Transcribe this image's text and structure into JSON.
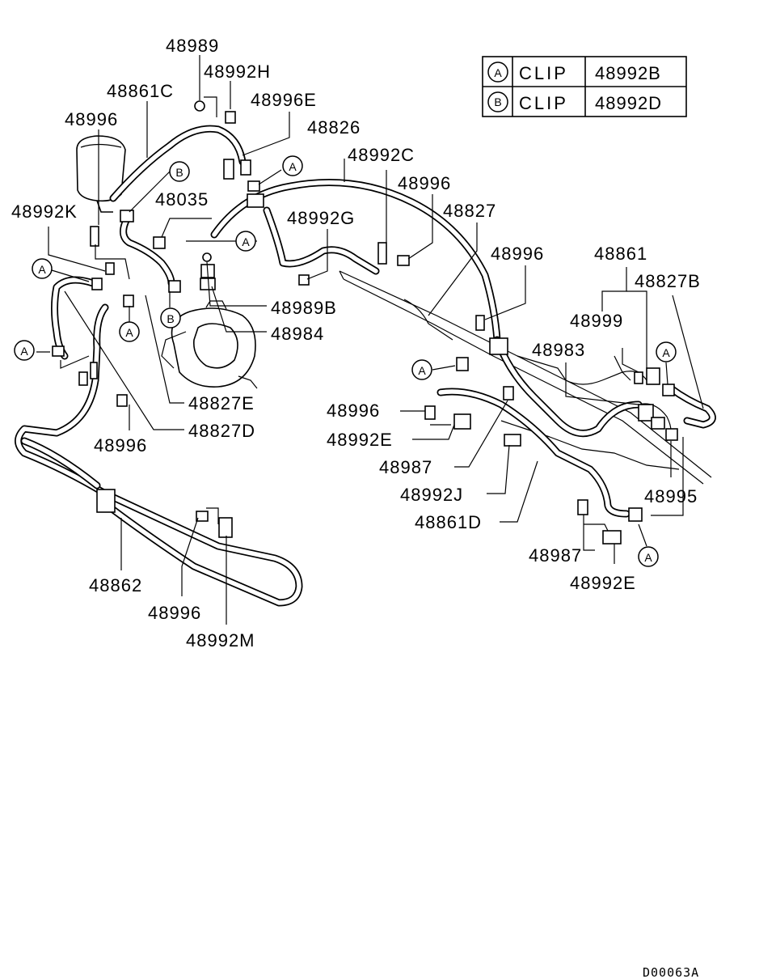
{
  "legend": {
    "rows": [
      {
        "symbol": "A",
        "name": "CLIP",
        "part": "48992B"
      },
      {
        "symbol": "B",
        "name": "CLIP",
        "part": "48992D"
      }
    ]
  },
  "callouts": {
    "p48989": "48989",
    "p48992H": "48992H",
    "p48861C": "48861C",
    "p48996E": "48996E",
    "p48996_a": "48996",
    "p48826": "48826",
    "p48992C": "48992C",
    "p48996_b": "48996",
    "p48035": "48035",
    "p48992K": "48992K",
    "p48992G": "48992G",
    "p48827": "48827",
    "p48996_c": "48996",
    "p48861": "48861",
    "p48827B": "48827B",
    "p48999": "48999",
    "p48983": "48983",
    "p48989B": "48989B",
    "p48984": "48984",
    "p48827E": "48827E",
    "p48996_d": "48996",
    "p48827D": "48827D",
    "p48996_e": "48996",
    "p48992E_a": "48992E",
    "p48987_a": "48987",
    "p48992J": "48992J",
    "p48861D": "48861D",
    "p48995": "48995",
    "p48987_b": "48987",
    "p48992E_b": "48992E",
    "p48862": "48862",
    "p48996_f": "48996",
    "p48992M": "48992M"
  },
  "clip_markers": {
    "a": "A",
    "b": "B"
  },
  "drawing_code": "D00063A"
}
